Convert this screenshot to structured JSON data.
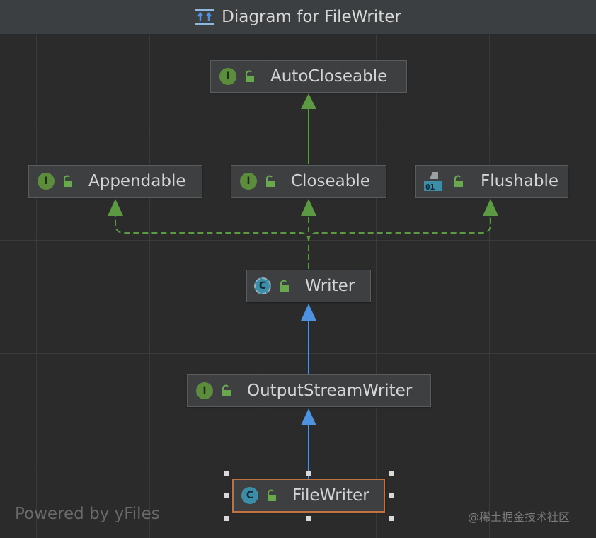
{
  "window": {
    "title": "Diagram for FileWriter",
    "icon": "class-diagram-icon"
  },
  "nodes": {
    "autocloseable": {
      "label": "AutoCloseable",
      "kind": "interface",
      "badge": "I"
    },
    "appendable": {
      "label": "Appendable",
      "kind": "interface",
      "badge": "I"
    },
    "closeable": {
      "label": "Closeable",
      "kind": "interface",
      "badge": "I"
    },
    "flushable": {
      "label": "Flushable",
      "kind": "interface-binary",
      "badge": "01"
    },
    "writer": {
      "label": "Writer",
      "kind": "abstract-class",
      "badge": "C"
    },
    "outputstreamwriter": {
      "label": "OutputStreamWriter",
      "kind": "interface",
      "badge": "I"
    },
    "filewriter": {
      "label": "FileWriter",
      "kind": "class",
      "badge": "C",
      "selected": true
    }
  },
  "edges": [
    {
      "from": "closeable",
      "to": "autocloseable",
      "style": "solid",
      "color": "#5b9a42"
    },
    {
      "from": "writer",
      "to": "appendable",
      "style": "dashed",
      "color": "#5b9a42"
    },
    {
      "from": "writer",
      "to": "closeable",
      "style": "dashed",
      "color": "#5b9a42"
    },
    {
      "from": "writer",
      "to": "flushable",
      "style": "dashed",
      "color": "#5b9a42"
    },
    {
      "from": "outputstreamwriter",
      "to": "writer",
      "style": "solid",
      "color": "#4f93e0"
    },
    {
      "from": "filewriter",
      "to": "outputstreamwriter",
      "style": "solid",
      "color": "#4f93e0"
    }
  ],
  "footer": {
    "powered_by": "Powered by yFiles",
    "watermark": "@稀土掘金技术社区"
  },
  "colors": {
    "background": "#2b2b2b",
    "node_fill": "#3d3f41",
    "selection": "#c0733e",
    "inherit_arrow": "#4f93e0",
    "implements_arrow": "#5b9a42"
  }
}
